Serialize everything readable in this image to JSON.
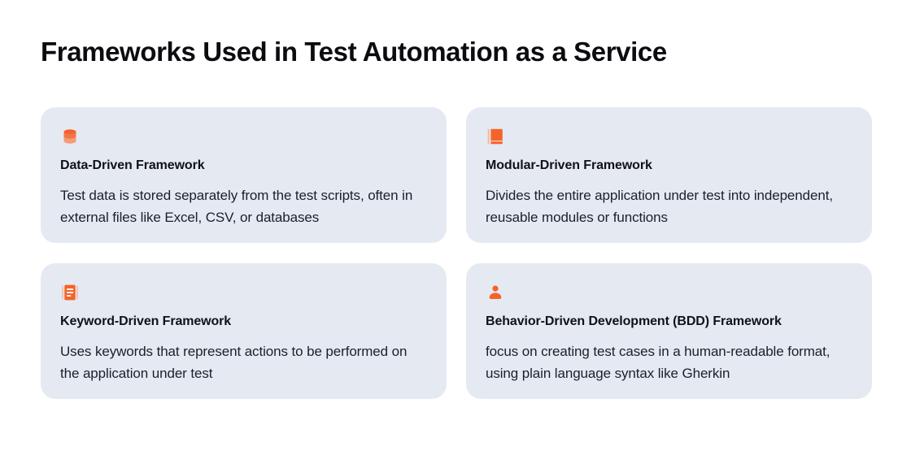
{
  "page": {
    "title": "Frameworks Used in Test Automation as a Service",
    "background_color": "#ffffff"
  },
  "theme": {
    "accent_color": "#f4642a",
    "accent_color_light": "#f79b78",
    "card_background": "#e5eaf2",
    "heading_color": "#10121a",
    "body_color": "#1b1f2a"
  },
  "cards": [
    {
      "icon": "database-icon",
      "heading": "Data-Driven Framework",
      "body": "Test data is stored separately from the test scripts, often in external files like Excel, CSV, or databases"
    },
    {
      "icon": "book-icon",
      "heading": "Modular-Driven Framework",
      "body": "Divides the entire application under test into independent, reusable modules or functions"
    },
    {
      "icon": "document-lines-icon",
      "heading": "Keyword-Driven Framework",
      "body": "Uses keywords that represent actions to be performed on the application under test"
    },
    {
      "icon": "user-icon",
      "heading": "Behavior-Driven Development (BDD) Framework",
      "body": "focus on creating test cases in a human-readable format, using plain language syntax like Gherkin"
    }
  ]
}
